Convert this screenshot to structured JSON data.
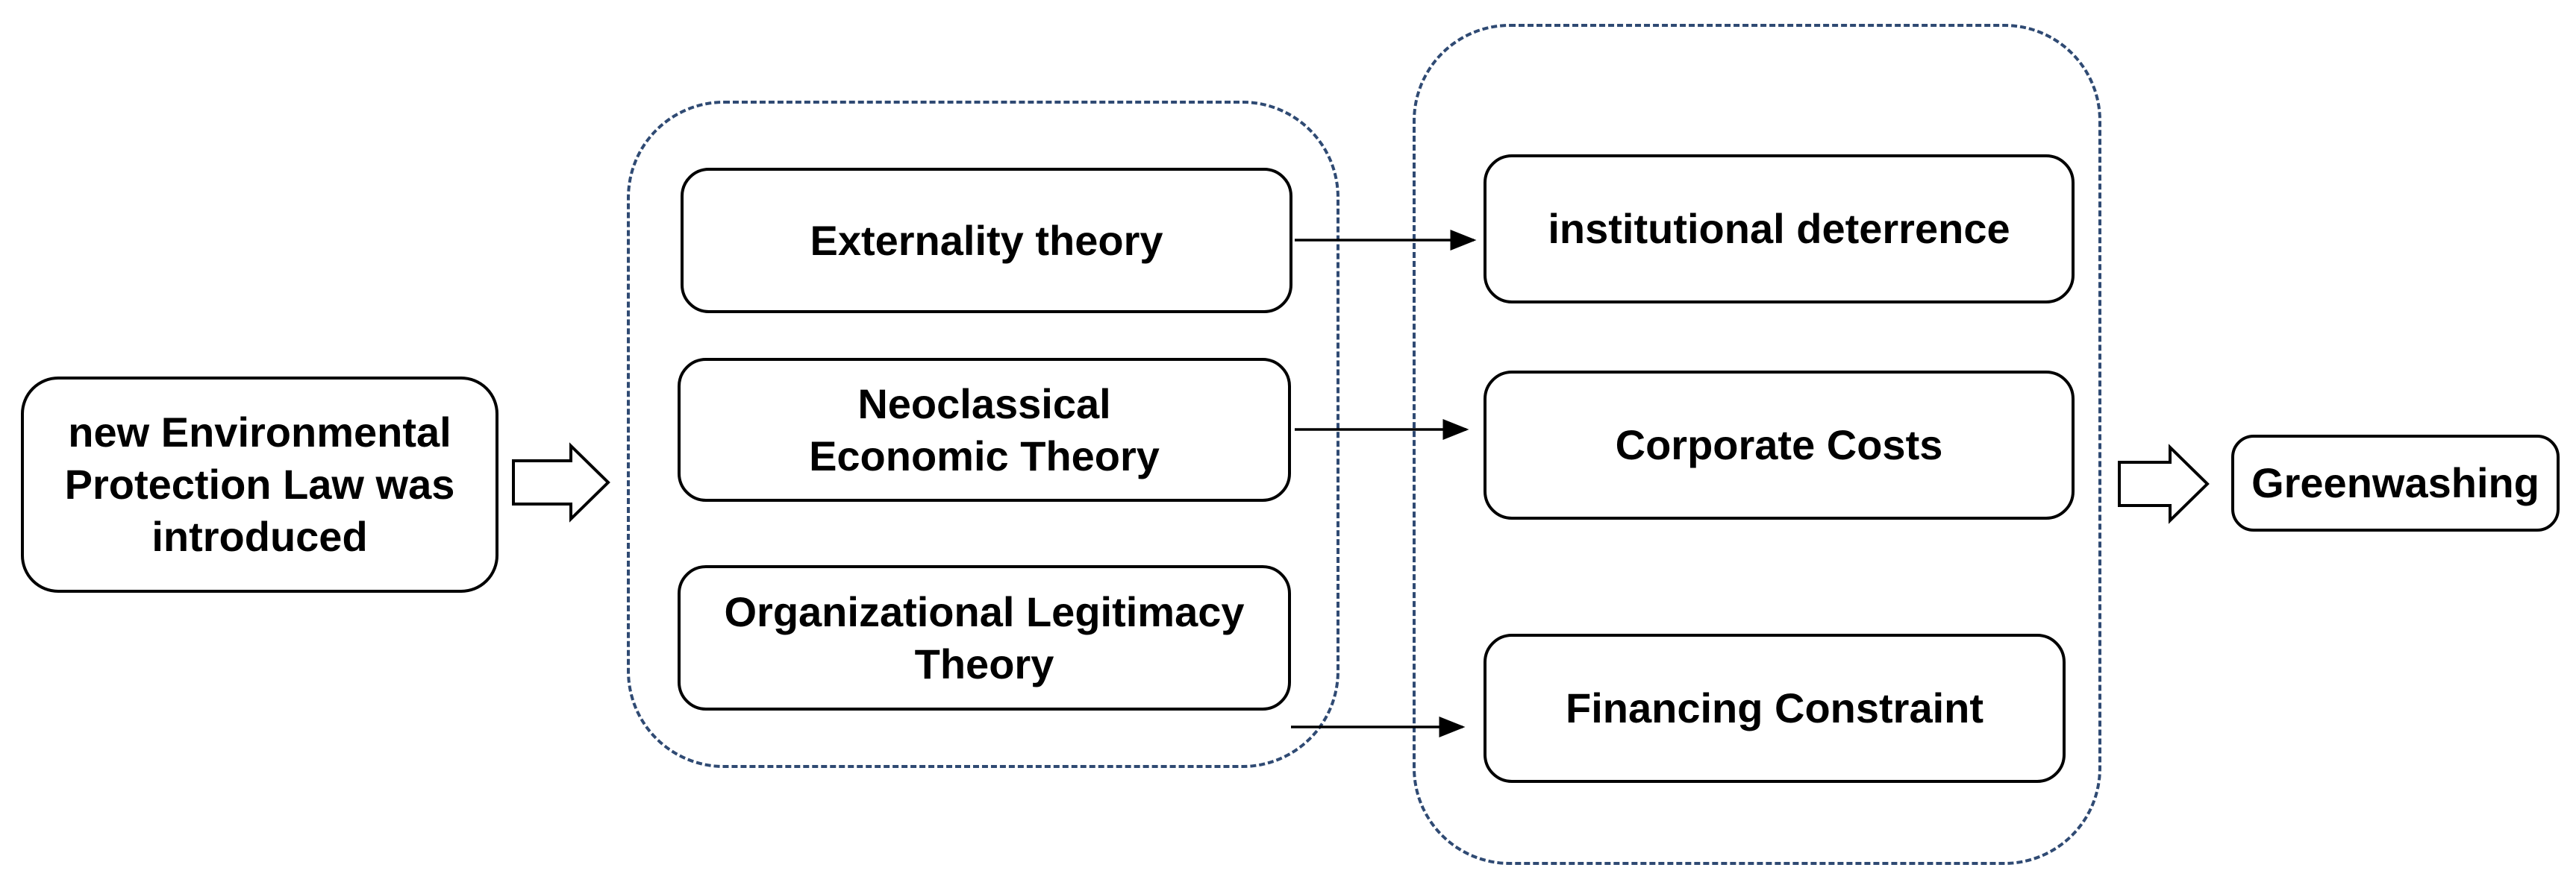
{
  "nodes": {
    "input": "new Environmental Protection Law was introduced",
    "theories": [
      "Externality theory",
      "Neoclassical Economic Theory",
      "Organizational Legitimacy Theory"
    ],
    "mechanisms": [
      "institutional deterrence",
      "Corporate Costs",
      "Financing Constraint"
    ],
    "outcome": "Greenwashing"
  },
  "colors": {
    "box_border": "#000000",
    "group_border": "#2f4a73",
    "arrow": "#000000"
  }
}
